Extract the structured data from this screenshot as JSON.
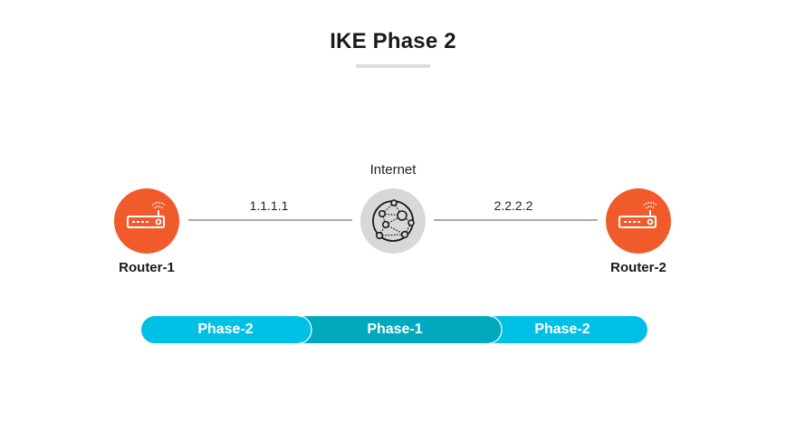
{
  "title": "IKE Phase 2",
  "colors": {
    "router": "#f15a2b",
    "internet_bg": "#d8d8d8",
    "line": "#aaaaaa",
    "phase2": "#00c0e6",
    "phase1": "#00a9be",
    "title_underline": "#dcdcdc"
  },
  "nodes": {
    "router1": {
      "label": "Router-1",
      "icon": "router-icon"
    },
    "internet": {
      "label": "Internet",
      "icon": "globe-network-icon"
    },
    "router2": {
      "label": "Router-2",
      "icon": "router-icon"
    }
  },
  "links": [
    {
      "label": "1.1.1.1",
      "from": "Router-1",
      "to": "Internet"
    },
    {
      "label": "2.2.2.2",
      "from": "Internet",
      "to": "Router-2"
    }
  ],
  "phases": [
    {
      "label": "Phase-2"
    },
    {
      "label": "Phase-1"
    },
    {
      "label": "Phase-2"
    }
  ]
}
